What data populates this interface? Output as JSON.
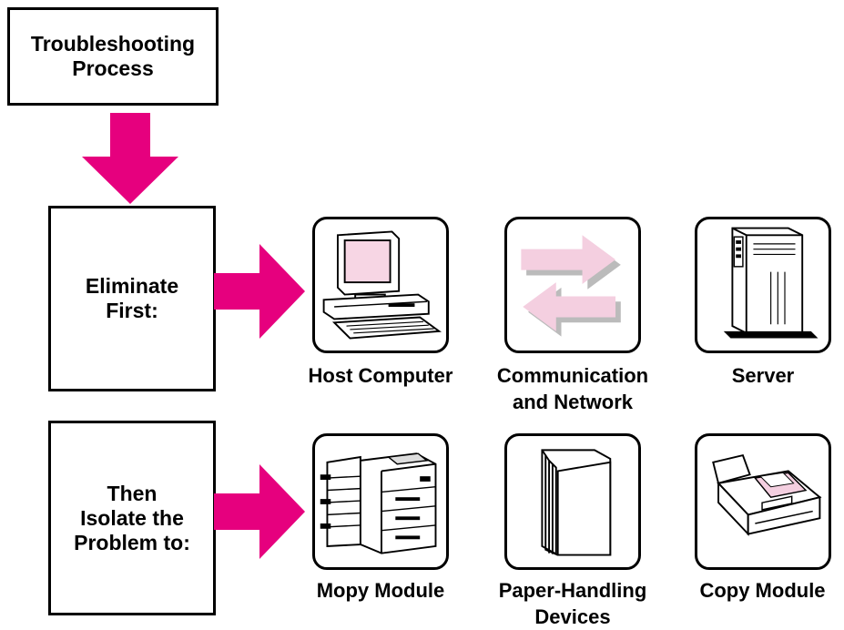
{
  "title_box": {
    "label": "Troubleshooting\nProcess"
  },
  "stages": [
    {
      "label": "Eliminate\nFirst:"
    },
    {
      "label": "Then\nIsolate the\nProblem to:"
    }
  ],
  "items": [
    {
      "caption": "Host Computer",
      "icon": "host-computer-icon"
    },
    {
      "caption": "Communication\nand Network",
      "icon": "exchange-arrows-icon"
    },
    {
      "caption": "Server",
      "icon": "server-tower-icon"
    },
    {
      "caption": "Mopy Module",
      "icon": "printer-with-finisher-icon"
    },
    {
      "caption": "Paper-Handling\nDevices",
      "icon": "paper-stack-icon"
    },
    {
      "caption": "Copy Module",
      "icon": "copier-scanner-icon"
    }
  ],
  "colors": {
    "arrow": "#e6007e",
    "pink_light": "#f4cfe0",
    "pink_screen": "#f7d6e4"
  }
}
